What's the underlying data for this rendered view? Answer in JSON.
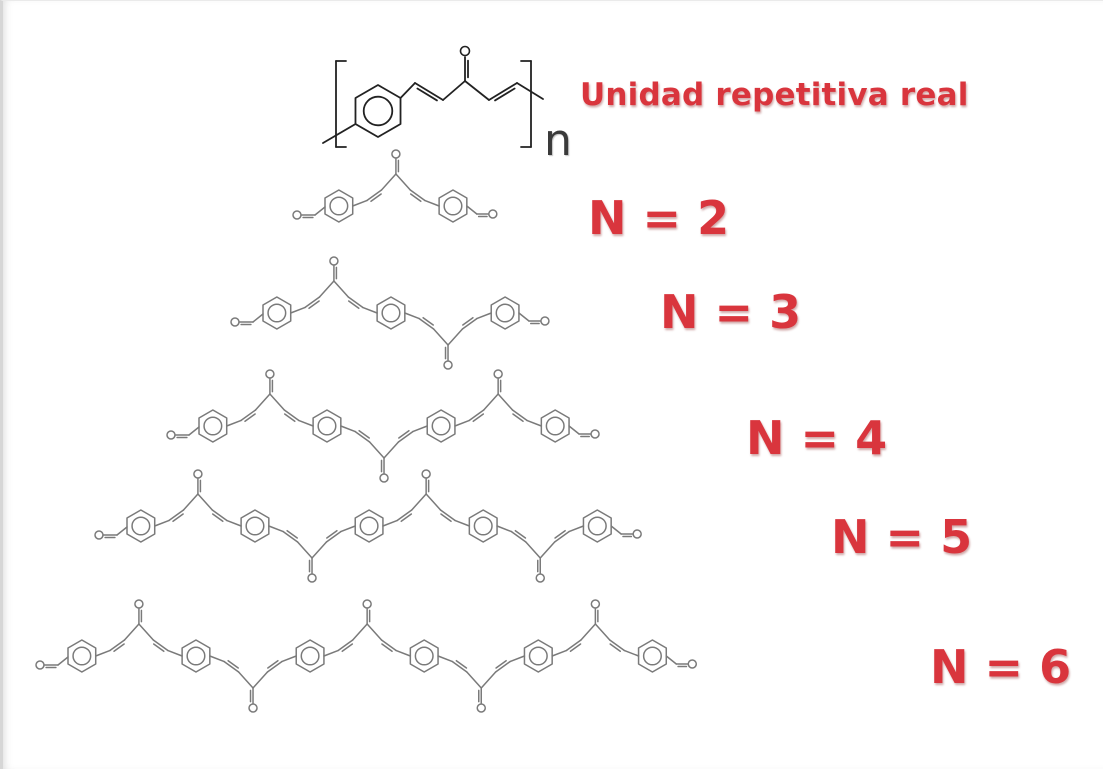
{
  "repeat_unit": {
    "label": "Unidad repetitiva real",
    "subscript": "n"
  },
  "oligomers": [
    {
      "label": "N = 2",
      "units": 2
    },
    {
      "label": "N = 3",
      "units": 3
    },
    {
      "label": "N = 4",
      "units": 4
    },
    {
      "label": "N = 5",
      "units": 5
    },
    {
      "label": "N = 6",
      "units": 6
    }
  ],
  "colors": {
    "label": "#d9353d",
    "bond": "#7a7a7a",
    "repeat_bond": "#222222"
  }
}
